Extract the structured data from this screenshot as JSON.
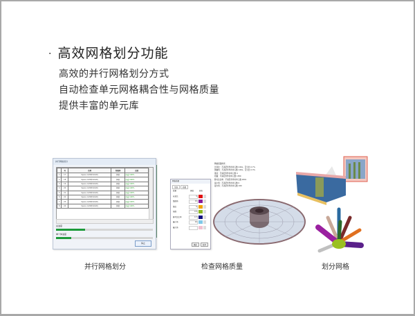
{
  "slide": {
    "title_bullet": "·",
    "title": "高效网格划分功能",
    "points": [
      "高效的并行网格划分方式",
      "自动检查单元网格耦合性与网格质量",
      "提供丰富的单元库"
    ]
  },
  "captions": [
    "并行网格划分",
    "检查网格质量",
    "划分网格"
  ],
  "dialog_parallel": {
    "title": "并行网格划分",
    "columns": [
      "",
      "号",
      "名称",
      "所属体",
      "进度"
    ],
    "rows": [
      [
        "1",
        "17",
        "Space CASE(SOLID)",
        "体积",
        "完成 100%"
      ],
      [
        "2",
        "18",
        "Space CASE(SOLID)",
        "体积",
        "完成 100%"
      ],
      [
        "3",
        "19",
        "Space CASE(SOLID)",
        "体积",
        "完成 100%"
      ],
      [
        "4",
        "20",
        "Space CASE(SOLID)",
        "体积",
        "完成 100%"
      ],
      [
        "5",
        "21",
        "Space CASE(SOLID)",
        "体积",
        "完成 100%"
      ],
      [
        "6",
        "22",
        "Space CASE(SOLID)",
        "体积",
        "完成 100%"
      ],
      [
        "7",
        "23",
        "Space CASE(SOLID)",
        "体积",
        "完成 100%"
      ],
      [
        "8",
        "24",
        "Space CASE(SOLID)",
        "体积",
        "完成 100%"
      ]
    ],
    "progress1_label": "总进度",
    "progress1_pct": 30,
    "progress2_label": "单个体进度",
    "progress2_pct": 16,
    "stop_button": "停止"
  },
  "dialog_quality": {
    "title": "网格质量",
    "tabs": [
      "常规",
      "质量"
    ],
    "headers": [
      "质量",
      "阈值",
      "颜色"
    ],
    "items": [
      {
        "name": "长宽比",
        "value": "5",
        "color": "#e01010"
      },
      {
        "name": "翘曲角",
        "value": "15",
        "color": "#8a1a9a"
      },
      {
        "name": "锥度",
        "value": "0",
        "color": "#f0a000"
      },
      {
        "name": "扭曲",
        "value": "0.5",
        "color": "#8ab820"
      },
      {
        "name": "雅可比比率",
        "value": "0.7",
        "color": "#101080"
      },
      {
        "name": "最小角",
        "value": "10",
        "color": "#80c8e8"
      },
      {
        "name": "最大角",
        "value": "",
        "color": "#f0c0d0"
      }
    ],
    "buttons": [
      "确定",
      "取消"
    ]
  },
  "quality_notes": [
    "网格质量检查：",
    "长宽比：不满足条件的单元数 2461，百分比 0.7%",
    "翘曲角：不满足条件的单元数 1461，百分比 0.3%",
    "锥度：不满足条件的单元数 0",
    "扭曲：不满足条件的单元数 1380",
    "雅可比比率：不满足条件的单元数 2801",
    "最小角：不满足条件的单元数 0",
    "最大角：不满足条件的单元数 180"
  ]
}
